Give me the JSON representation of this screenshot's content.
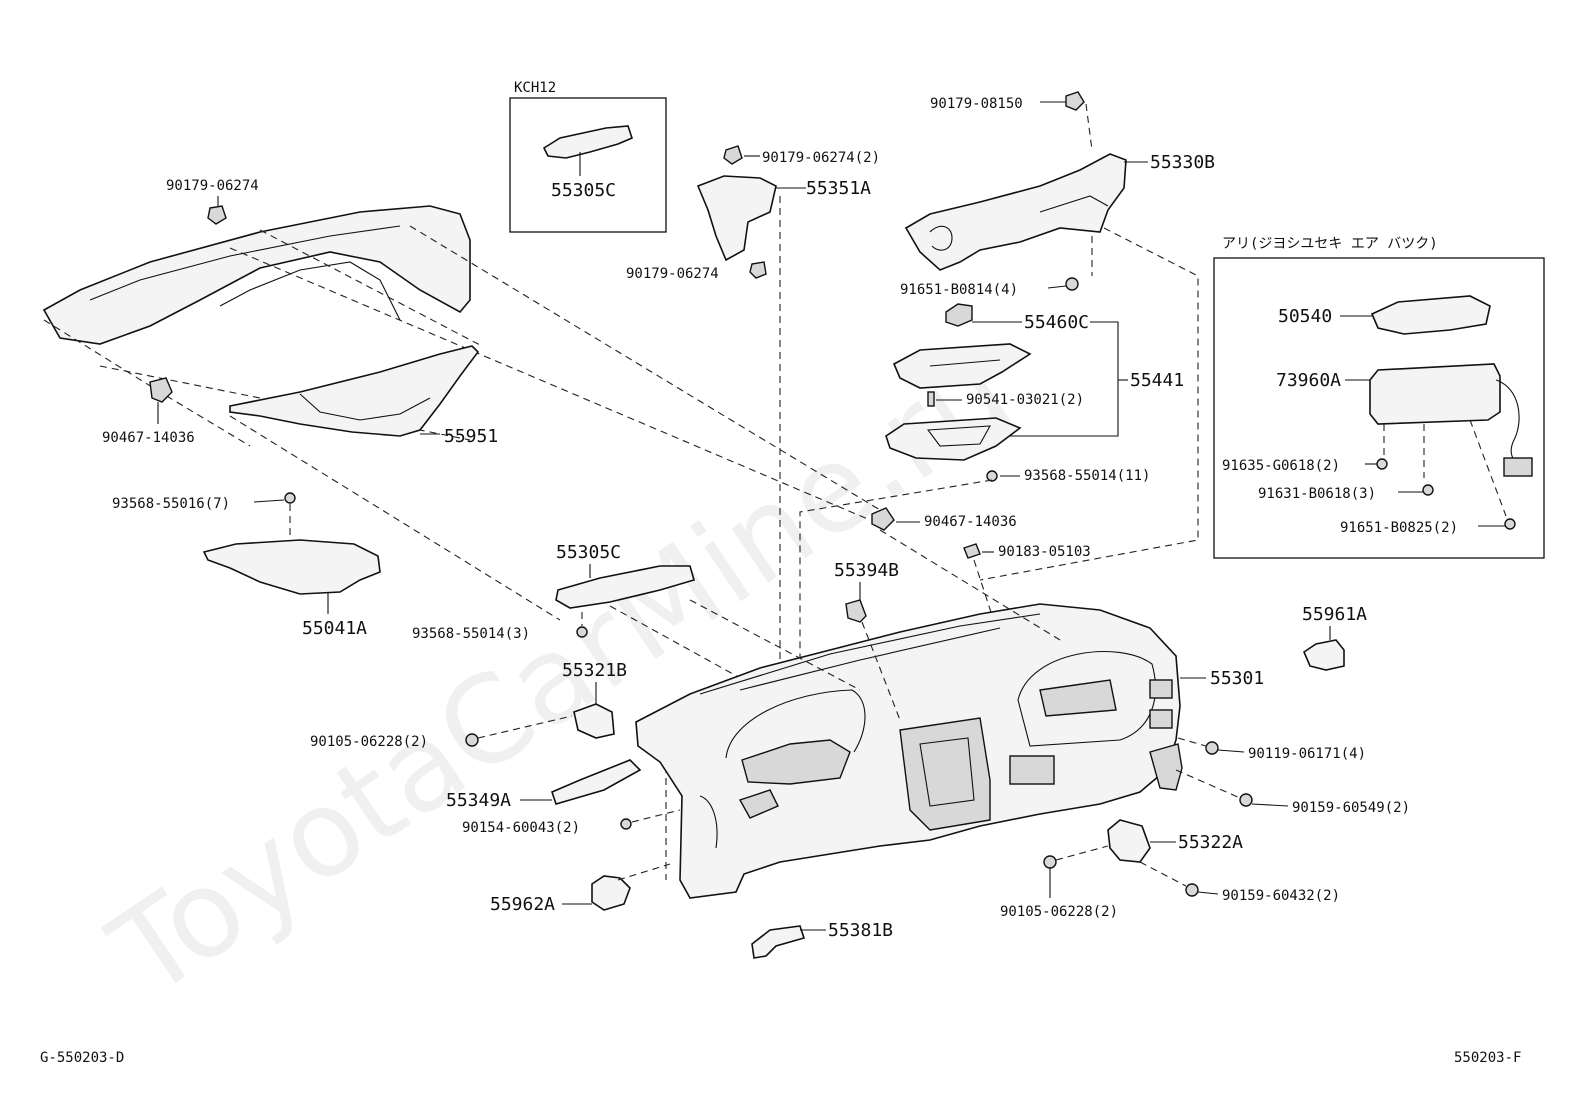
{
  "watermark": "ToyotaCarMine.ru",
  "inset_kch12": {
    "title": "KCH12",
    "part": "55305C"
  },
  "inset_airbag": {
    "title": "アリ(ジヨシユセキ エア バツク)"
  },
  "parts": {
    "p90179_08150": "90179-08150",
    "p55330B": "55330B",
    "p90179_06274_2": "90179-06274(2)",
    "p55351A": "55351A",
    "p90179_06274_a": "90179-06274",
    "p90179_06274_b": "90179-06274",
    "p91651_B0814_4": "91651-B0814(4)",
    "p55460C": "55460C",
    "p55441": "55441",
    "p90541_03021_2": "90541-03021(2)",
    "p93568_55014_11": "93568-55014(11)",
    "p90467_14036_a": "90467-14036",
    "p90467_14036_b": "90467-14036",
    "p55951": "55951",
    "p93568_55016_7": "93568-55016(7)",
    "p55041A": "55041A",
    "p55305C": "55305C",
    "p93568_55014_3": "93568-55014(3)",
    "p55394B": "55394B",
    "p90183_05103": "90183-05103",
    "p55321B": "55321B",
    "p90105_06228_2a": "90105-06228(2)",
    "p55349A": "55349A",
    "p90154_60043_2": "90154-60043(2)",
    "p55962A": "55962A",
    "p55381B": "55381B",
    "p55301": "55301",
    "p90119_06171_4": "90119-06171(4)",
    "p90159_60549_2": "90159-60549(2)",
    "p55322A": "55322A",
    "p90105_06228_2b": "90105-06228(2)",
    "p90159_60432_2": "90159-60432(2)",
    "p55961A": "55961A",
    "p50540": "50540",
    "p73960A": "73960A",
    "p91635_G0618_2": "91635-G0618(2)",
    "p91631_B0618_3": "91631-B0618(3)",
    "p91651_B0825_2": "91651-B0825(2)"
  },
  "footer": {
    "left_code": "G-550203-D",
    "right_code": "550203-F"
  }
}
